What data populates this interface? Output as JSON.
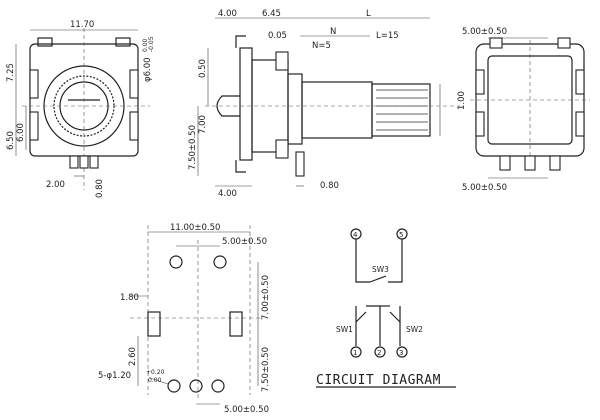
{
  "front_view": {
    "width": "11.70",
    "left_top": "7.25",
    "left_mid1": "6.50",
    "left_mid2": "6.00",
    "shaft_dia": "φ6.00",
    "shaft_tol_a": "0.00",
    "shaft_tol_b": "-0.05",
    "pin_pitch": "2.00",
    "pin_width": "0.80"
  },
  "side_view": {
    "dim_4_top": "4.00",
    "dim_645": "6.45",
    "dim_L": "L",
    "dim_005": "0.05",
    "dim_N": "N",
    "note_N": "N=5",
    "note_L": "L=15",
    "dim_050": "0.50",
    "dim_700": "7.00",
    "dim_750": "7.50±0.50",
    "dim_100": "1.00",
    "dim_4_bot": "4.00",
    "dim_080": "0.80"
  },
  "back_view": {
    "top_dim": "5.00±0.50",
    "bottom_dim": "5.00±0.50"
  },
  "footprint": {
    "top_width": "11.00±0.50",
    "top_pitch": "5.00±0.50",
    "right_upper": "7.00±0.50",
    "right_lower": "7.50±0.50",
    "left_180": "1.80",
    "left_260": "2.60",
    "hole_note": "5-φ1.20",
    "hole_tol_a": "+0.20",
    "hole_tol_b": "0.00",
    "bottom_pitch": "5.00±0.50"
  },
  "circuit": {
    "title": "CIRCUIT DIAGRAM",
    "pin4": "4",
    "pin5": "5",
    "pin1": "1",
    "pin2": "2",
    "pin3": "3",
    "sw1": "SW1",
    "sw2": "SW2",
    "sw3": "SW3"
  }
}
